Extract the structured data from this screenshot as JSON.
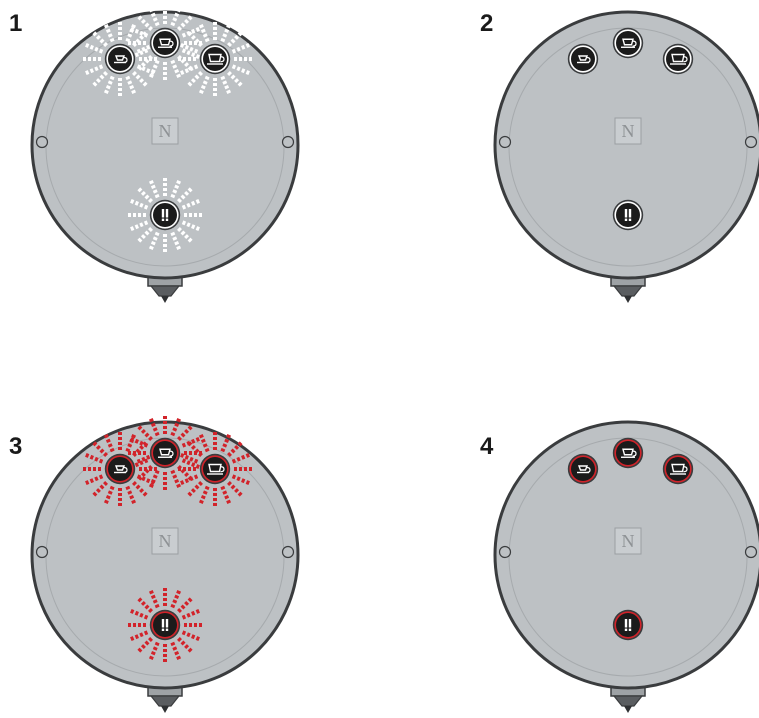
{
  "panels": [
    {
      "label": "1",
      "rays": "white",
      "rings": "white"
    },
    {
      "label": "2",
      "rays": "none",
      "rings": "white"
    },
    {
      "label": "3",
      "rays": "red",
      "rings": "red"
    },
    {
      "label": "4",
      "rays": "none",
      "rings": "red"
    }
  ],
  "logo": "N",
  "colors": {
    "body": "#bdc1c4",
    "outline": "#3a3c3e",
    "button": "#1b1b1b",
    "white_ray": "#ffffff",
    "red": "#d2232a"
  },
  "icons": {
    "small_cup": "ristretto-cup-icon",
    "medium_cup": "espresso-cup-icon",
    "large_cup": "lungo-cup-icon",
    "descale": "descaling-icon"
  }
}
